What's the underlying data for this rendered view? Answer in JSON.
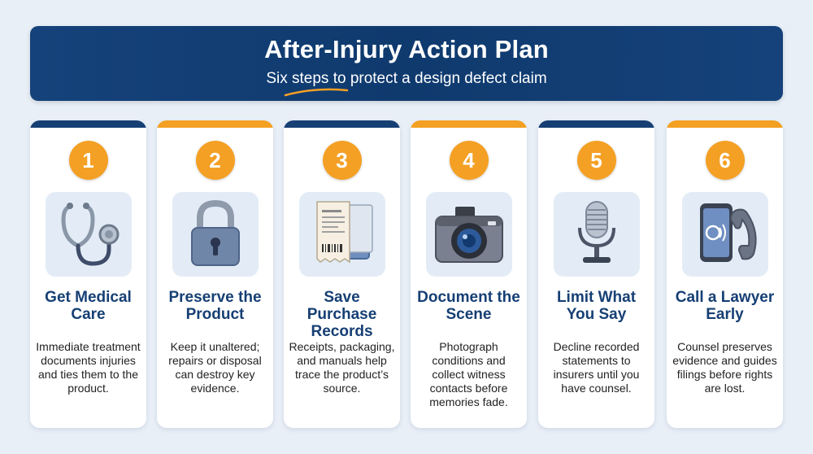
{
  "header": {
    "title": "After-Injury Action Plan",
    "subtitle": "Six steps to protect a design defect claim"
  },
  "colors": {
    "navy": "#163f74",
    "orange": "#f4a024",
    "background": "#e9eff7"
  },
  "steps": [
    {
      "number": "1",
      "title": "Get Medical Care",
      "description": "Immediate treatment documents injuries and ties them to the product.",
      "icon": "stethoscope-icon"
    },
    {
      "number": "2",
      "title": "Preserve the Product",
      "description": "Keep it unaltered; repairs or disposal can destroy key evidence.",
      "icon": "padlock-icon"
    },
    {
      "number": "3",
      "title": "Save Purchase Records",
      "description": "Receipts, packaging, and manuals help trace the product’s source.",
      "icon": "receipt-icon"
    },
    {
      "number": "4",
      "title": "Document the Scene",
      "description": "Photograph conditions and collect witness contacts before memories fade.",
      "icon": "camera-icon"
    },
    {
      "number": "5",
      "title": "Limit What You Say",
      "description": "Decline recorded statements to insurers until you have counsel.",
      "icon": "microphone-icon"
    },
    {
      "number": "6",
      "title": "Call a Lawyer Early",
      "description": "Counsel preserves evidence and guides filings before rights are lost.",
      "icon": "phone-icon"
    }
  ]
}
